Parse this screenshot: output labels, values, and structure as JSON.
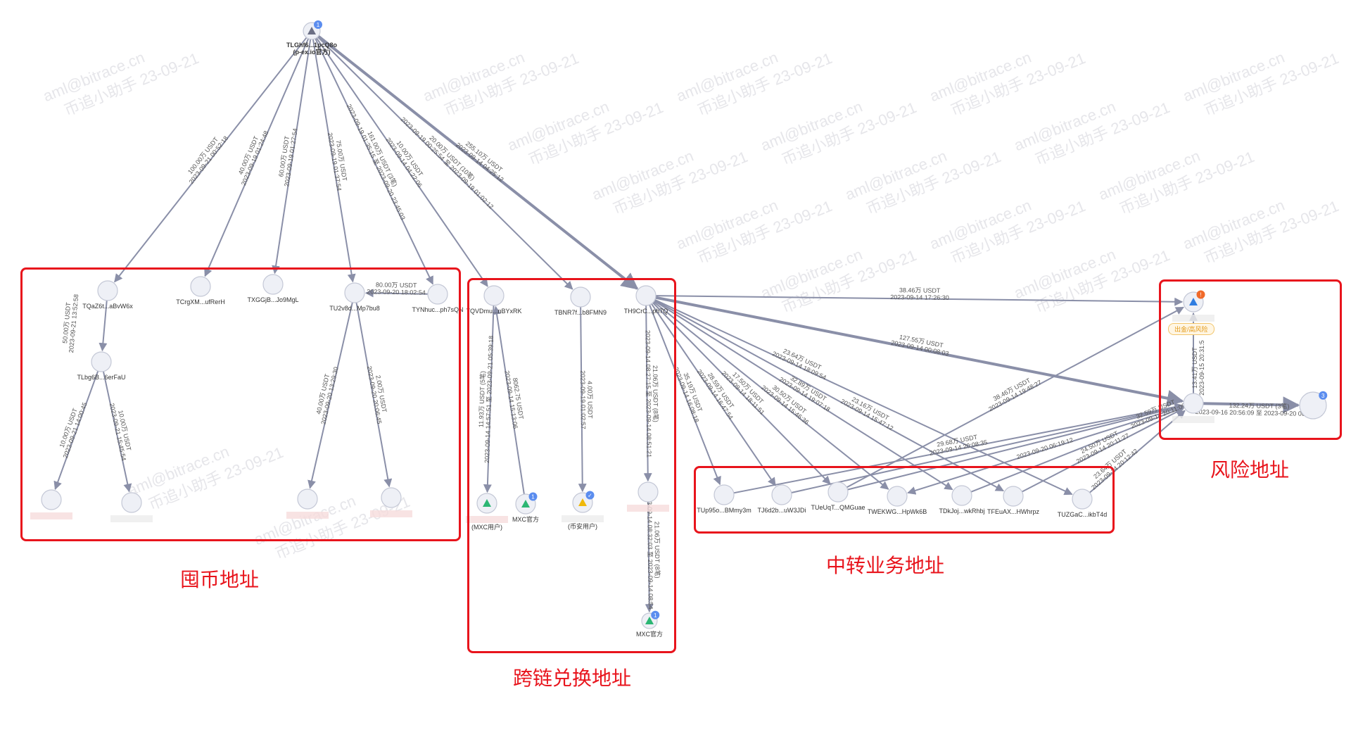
{
  "watermark": {
    "line1": "aml@bitrace.cn",
    "line2": "币追小助手 23-09-21"
  },
  "groups": [
    {
      "id": "hoard",
      "label": "囤币地址"
    },
    {
      "id": "crosschain",
      "label": "跨链兑换地址"
    },
    {
      "id": "transfer",
      "label": "中转业务地址"
    },
    {
      "id": "risk",
      "label": "风险地址"
    }
  ],
  "risk_tag": "出金/高风险",
  "colors": {
    "box": "#e8141c",
    "edge": "#8a8fa8",
    "badge": "#5b8def",
    "badge_orange": "#f06a2a"
  },
  "nodes": [
    {
      "id": "root",
      "label": "TLGhf6...1pcQ8o",
      "sub": "(p-ex.io官方)",
      "badge": "1"
    },
    {
      "id": "TQaZ",
      "label": "TQaZ6t...aBvW6x"
    },
    {
      "id": "TCrg",
      "label": "TCrgXM...ufRerH"
    },
    {
      "id": "TXGG",
      "label": "TXGGjB...Jo9MgL"
    },
    {
      "id": "TU2v",
      "label": "TU2v8d...Mp7bu8"
    },
    {
      "id": "TYNh",
      "label": "TYNhuc...ph7sQN"
    },
    {
      "id": "TLbg",
      "label": "TLbg6B...6erFaU"
    },
    {
      "id": "L1",
      "label": ""
    },
    {
      "id": "L2",
      "label": ""
    },
    {
      "id": "L3",
      "label": ""
    },
    {
      "id": "L4",
      "label": ""
    },
    {
      "id": "TQVD",
      "label": "TQVDmu...nBYxRK"
    },
    {
      "id": "TBNR",
      "label": "TBNR7f...b8FMN9"
    },
    {
      "id": "TH9C",
      "label": "TH9CrC...ph7Q"
    },
    {
      "id": "MXCU",
      "label": "(MXC用户)"
    },
    {
      "id": "MXCO",
      "label": "MXC官方",
      "badge": "1"
    },
    {
      "id": "BNU",
      "label": "(币安用户)",
      "badge": "✓"
    },
    {
      "id": "THc",
      "label": ""
    },
    {
      "id": "MXCO2",
      "label": "MXC官方",
      "badge": "1"
    },
    {
      "id": "TUp9",
      "label": "TUp95o...BMmy3m"
    },
    {
      "id": "TJ6d",
      "label": "TJ6d2b...uW3JDi"
    },
    {
      "id": "TUeU",
      "label": "TUeUqT...QMGuae"
    },
    {
      "id": "TWEK",
      "label": "TWEKWG...HpWk6B"
    },
    {
      "id": "TDkJ",
      "label": "TDkJoj...wkRhbj"
    },
    {
      "id": "TFEu",
      "label": "TFEuAX...HWhrpz"
    },
    {
      "id": "TUZG",
      "label": "TUZGaC...ikbT4d"
    },
    {
      "id": "R1",
      "label": "",
      "badge": "!"
    },
    {
      "id": "R2",
      "label": ""
    },
    {
      "id": "R3",
      "label": "",
      "badge": "3"
    }
  ],
  "edges": [
    {
      "from": "root",
      "to": "TQaZ",
      "amount": "100.00万 USDT",
      "time": "2023-09-21 00:52:18"
    },
    {
      "from": "root",
      "to": "TCrg",
      "amount": "40.00万 USDT",
      "time": "2023-09-19 01:24:48"
    },
    {
      "from": "root",
      "to": "TXGG",
      "amount": "60.00万 USDT",
      "time": "2023-09-19 01:27:54"
    },
    {
      "from": "root",
      "to": "TU2v",
      "amount": "75.00万 USDT",
      "time": "2023-09-19 01:37:54"
    },
    {
      "from": "root",
      "to": "TYNh",
      "amount": "161.00万 USDT (3笔)",
      "time": "2023-09-19 01:35:15 至 2023-09-20 23:45:03"
    },
    {
      "from": "root",
      "to": "TQVD",
      "amount": "10.00万 USDT",
      "time": "2023-09-14 04:22:06"
    },
    {
      "from": "root",
      "to": "TBNR",
      "amount": "20.00万 USDT (10笔)",
      "time": "2023-09-19 00:25:54 至 2023-09-19 01:02:12"
    },
    {
      "from": "root",
      "to": "TH9C",
      "amount": "255.10万 USDT",
      "time": "2023-09-14 04:25:12",
      "thick": true
    },
    {
      "from": "TYNh",
      "to": "TU2v",
      "amount": "80.00万 USDT",
      "time": "2023-09-20 18:02:54"
    },
    {
      "from": "TQaZ",
      "to": "TLbg",
      "amount": "50.00万 USDT",
      "time": "2023-09-21 13:52:58"
    },
    {
      "from": "TLbg",
      "to": "L1",
      "amount": "10.00万 USDT",
      "time": "2023-09-21 14:00:45"
    },
    {
      "from": "TLbg",
      "to": "L2",
      "amount": "10.00万 USDT",
      "time": "2023-09-21 15:45:54"
    },
    {
      "from": "TU2v",
      "to": "L3",
      "amount": "40.00万 USDT",
      "time": "2023-09-20 13:29:30"
    },
    {
      "from": "TU2v",
      "to": "L4",
      "amount": "2.00万 USDT",
      "time": "2023-09-20 20:06:45"
    },
    {
      "from": "TQVD",
      "to": "MXCU",
      "amount": "11.93万 USDT (5笔)",
      "time": "2023-09-14 14:57:51 至 2023-09-21 05:39:18"
    },
    {
      "from": "MXCO",
      "to": "TQVD",
      "amount": "8062.75 USDT",
      "time": "2023-09-14 15:13:06"
    },
    {
      "from": "TBNR",
      "to": "BNU",
      "amount": "4.00万 USDT",
      "time": "2023-09-19 01:02:57"
    },
    {
      "from": "TH9C",
      "to": "THc",
      "amount": "21.06万 USDT (8笔)",
      "time": "2023-09-14 08:27:15 至 2023-09-14 08:51:21"
    },
    {
      "from": "THc",
      "to": "MXCO2",
      "amount": "21.06万 USDT (8笔)",
      "time": "2023-09-14 08:32:03 至 2023-09-14 08:54"
    },
    {
      "from": "TH9C",
      "to": "R1",
      "amount": "38.46万 USDT",
      "time": "2023-09-14 17:26:30"
    },
    {
      "from": "TH9C",
      "to": "R2",
      "amount": "127.55万 USDT",
      "time": "2023-09-14 00:08:03",
      "thick": true
    },
    {
      "from": "TH9C",
      "to": "TUp9",
      "amount": "35.19万 USDT",
      "time": "2023-09-14 16:08:18"
    },
    {
      "from": "TH9C",
      "to": "TJ6d",
      "amount": "28.59万 USDT",
      "time": "2023-09-14 16:47:54"
    },
    {
      "from": "TH9C",
      "to": "TUeU",
      "amount": "17.50万 USDT",
      "time": "2023-09-14 18:11:51"
    },
    {
      "from": "TH9C",
      "to": "TWEK",
      "amount": "30.50万 USDT",
      "time": "2023-09-14 15:46:36"
    },
    {
      "from": "TH9C",
      "to": "TDkJ",
      "amount": "32.89万 USDT",
      "time": "2023-09-14 19:07:18"
    },
    {
      "from": "TH9C",
      "to": "TFEu",
      "amount": "23.16万 USDT",
      "time": "2023-09-14 15:47:12"
    },
    {
      "from": "TH9C",
      "to": "TUZG",
      "amount": "23.64万 USDT",
      "time": "2023-09-14 18:09:54"
    },
    {
      "from": "TUeU",
      "to": "R1",
      "amount": "38.46万 USDT",
      "time": "2023-09-14 19:48:27"
    },
    {
      "from": "TUp9",
      "to": "R2",
      "amount": "29.68万 USDT",
      "time": "2023-09-14 20:08:35"
    },
    {
      "from": "TJ6d",
      "to": "R2",
      "amount": "",
      "time": ""
    },
    {
      "from": "TUeU",
      "to": "R2",
      "amount": "",
      "time": ""
    },
    {
      "from": "R2",
      "to": "TWEK",
      "amount": "",
      "time": "2023-09-20 06:19:12"
    },
    {
      "from": "TFEu",
      "to": "R2",
      "amount": "24.50万 USDT",
      "time": "2023-09-14 20:11:27"
    },
    {
      "from": "TDkJ",
      "to": "R2",
      "amount": "32.59万 USDT",
      "time": "2023-09-14 20:11:09"
    },
    {
      "from": "TUZG",
      "to": "R2",
      "amount": "23.64万 USDT",
      "time": "2023-09-14 20:12:42"
    },
    {
      "from": "R2",
      "to": "R1",
      "amount": "13.41万 USDT",
      "time": "2023-09-15 20:31:5"
    },
    {
      "from": "R2",
      "to": "R3",
      "amount": "132.24万 USDT (3笔)",
      "time": "2023-09-16 20:56:09 至 2023-09-20 06:18:18",
      "thick": true
    }
  ]
}
